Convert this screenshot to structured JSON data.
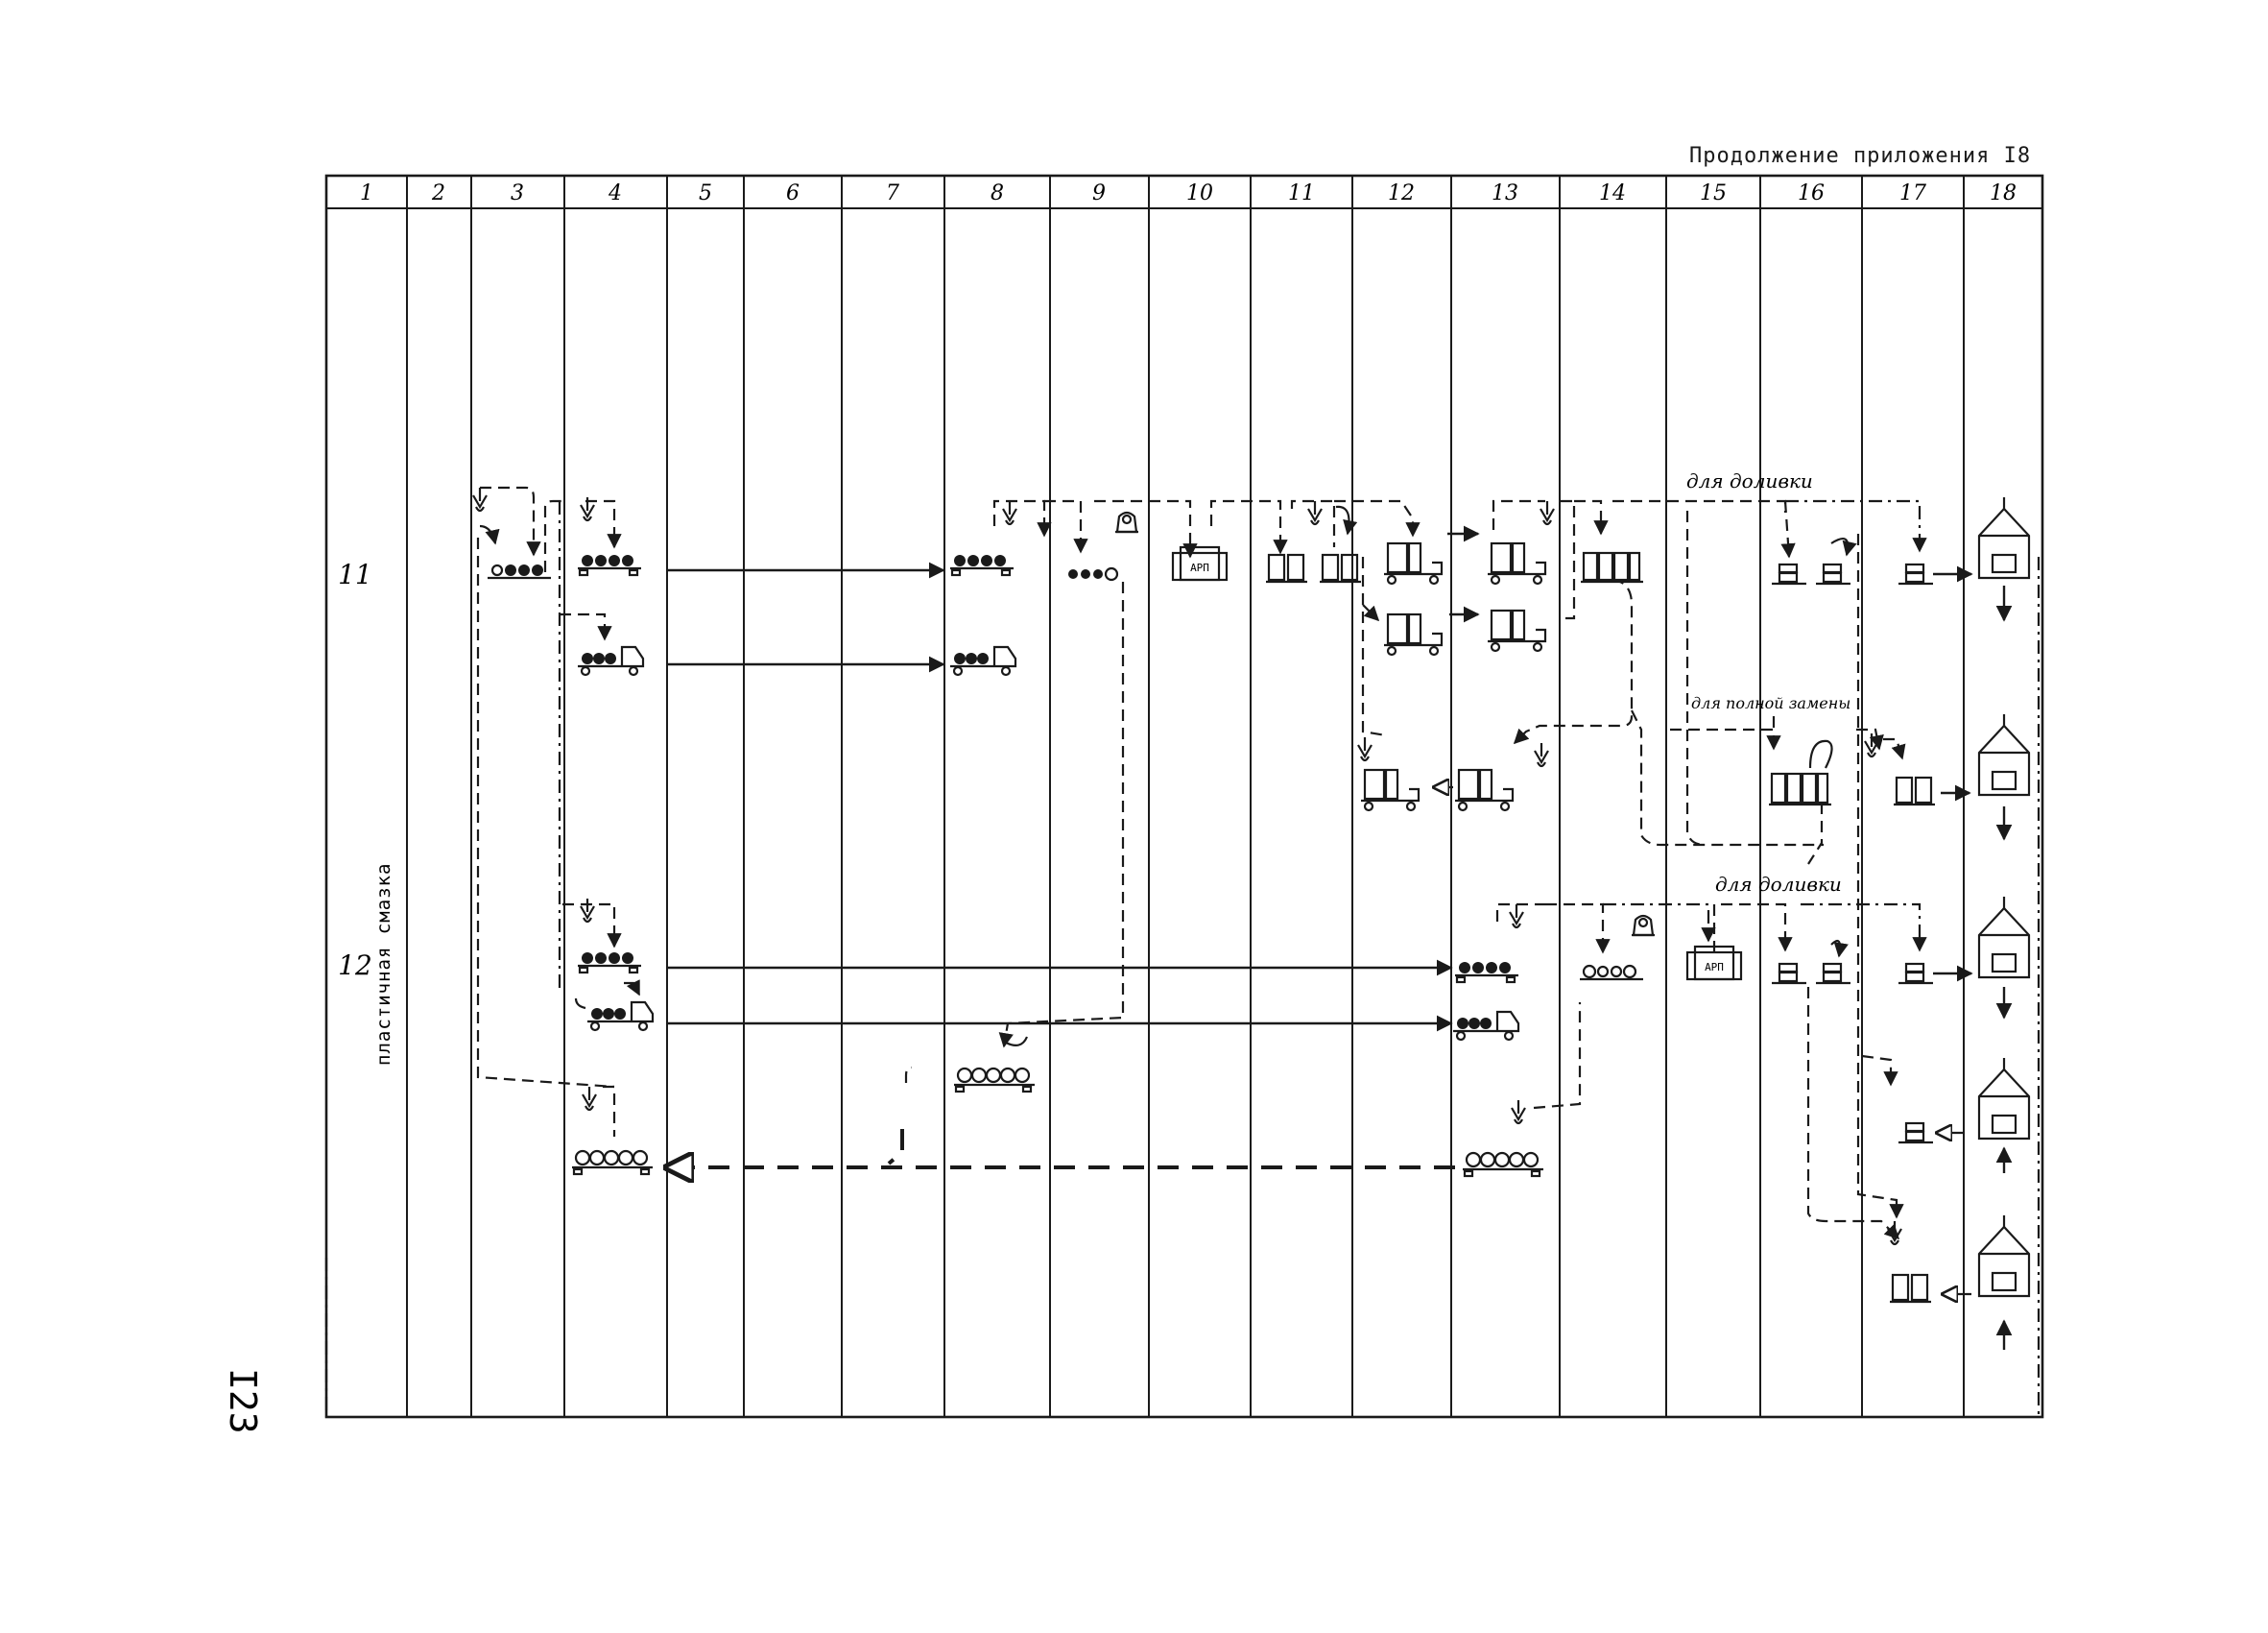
{
  "header": {
    "note": "Продолжение приложения I8"
  },
  "columns": [
    "1",
    "2",
    "3",
    "4",
    "5",
    "6",
    "7",
    "8",
    "9",
    "10",
    "11",
    "12",
    "13",
    "14",
    "15",
    "16",
    "17",
    "18"
  ],
  "rows": [
    {
      "number": "11"
    },
    {
      "number": "12",
      "description": "пластичная смазка"
    }
  ],
  "annotations": {
    "top_refill": "для доливки",
    "full_replacement": "для полной замены",
    "bottom_refill": "для доливки"
  },
  "box_labels": {
    "label_a": "АРП",
    "label_b": "АРП"
  },
  "page_number": "I23",
  "colors": {
    "ink": "#1a1a1a",
    "paper": "#ffffff"
  }
}
